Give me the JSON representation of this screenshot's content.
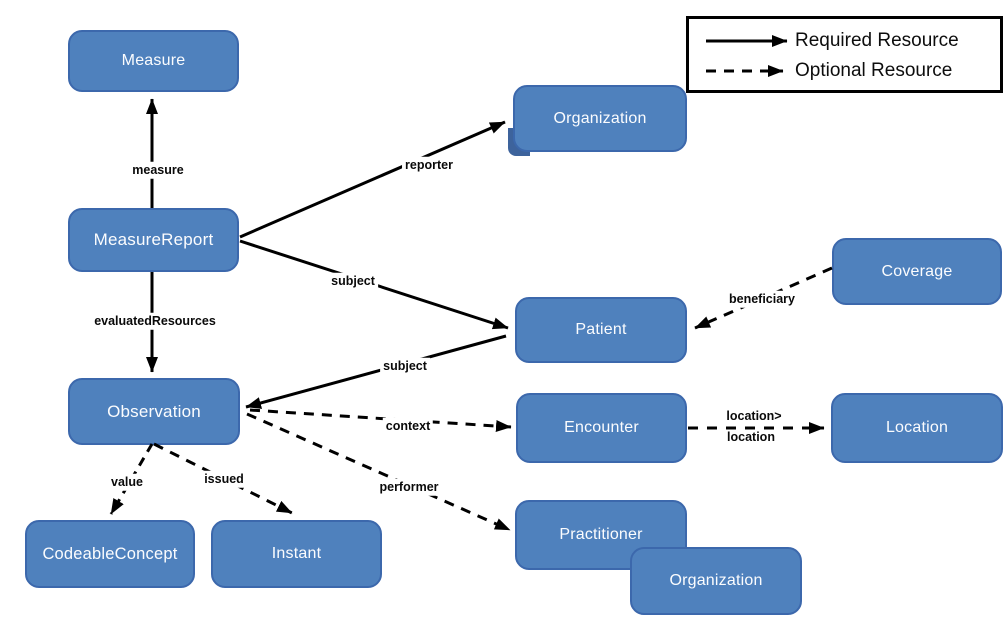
{
  "legend": {
    "required_label": "Required Resource",
    "optional_label": "Optional Resource"
  },
  "nodes": {
    "measure": "Measure",
    "measure_report": "MeasureReport",
    "observation": "Observation",
    "codeable_concept": "CodeableConcept",
    "instant": "Instant",
    "organization_top": "Organization",
    "patient": "Patient",
    "encounter": "Encounter",
    "practitioner": "Practitioner",
    "organization_bottom": "Organization",
    "coverage": "Coverage",
    "location": "Location"
  },
  "edge_labels": {
    "measure": "measure",
    "evaluated_resources": "evaluatedResources",
    "reporter": "reporter",
    "subject_measure_report": "subject",
    "subject_observation": "subject",
    "context": "context",
    "performer": "performer",
    "value": "value",
    "issued": "issued",
    "beneficiary": "beneficiary",
    "location_line1": "location>",
    "location_line2": "location"
  },
  "colors": {
    "node_fill": "#4f81bd",
    "node_border": "#3c68ac",
    "node_shadow": "#3d639c",
    "line": "#000000",
    "node_text": "#fbfcfe"
  }
}
